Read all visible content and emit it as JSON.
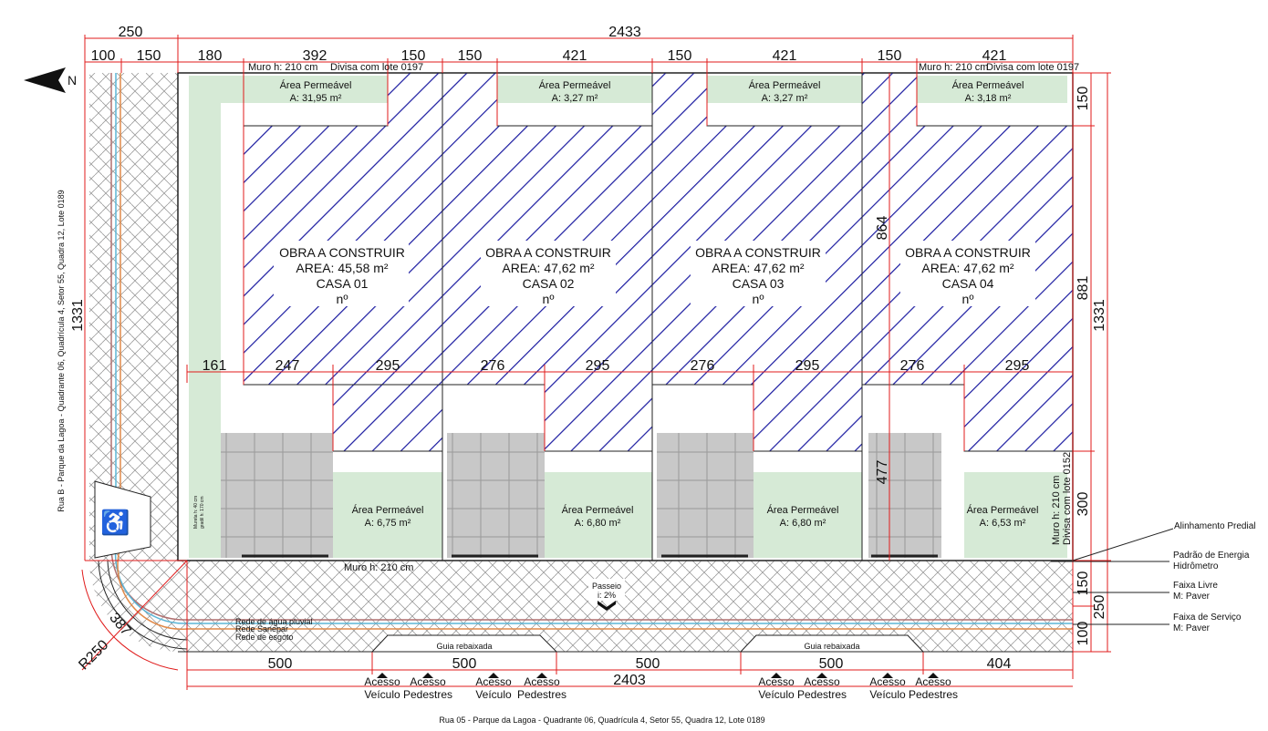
{
  "colors": {
    "hatch": "#1a1aa0",
    "permeable": "#d6ead6",
    "parking": "#c8c8c8",
    "dimension": "#e01b1b",
    "water": "#5bb5d6",
    "sanepar": "#e08a4a",
    "sewer": "#b07070"
  },
  "north": "N",
  "dims": {
    "top_total_left": "250",
    "top_total": "2433",
    "top": [
      "100",
      "150",
      "180",
      "392",
      "150",
      "150",
      "421",
      "150",
      "421",
      "150",
      "421"
    ],
    "middle": [
      "161",
      "247",
      "295",
      "276",
      "295",
      "276",
      "295",
      "276",
      "295"
    ],
    "bottom": [
      "500",
      "500",
      "500",
      "500",
      "404"
    ],
    "bottom_total": "2403",
    "right": {
      "a": "150",
      "b": "881",
      "c": "1331",
      "d": "300",
      "e": "150",
      "f": "250",
      "g": "100"
    },
    "left": "1331",
    "v864": "864",
    "v477": "477",
    "radius": "R250",
    "arc": "387"
  },
  "walls": {
    "top_left": "Muro h: 210 cm",
    "top_left_b": "Divisa com lote 0197",
    "top_right": "Muro h: 210 cm",
    "top_right_b": "Divisa com lote 0197",
    "front": "Muro h: 210 cm",
    "side_right_a": "Muro h: 210 cm",
    "side_right_b": "Divisa com lote 0152",
    "mureta_a": "Mureta h: 40 cm",
    "mureta_b": "gradil h: 170 cm"
  },
  "houses": [
    {
      "title": "OBRA A CONSTRUIR",
      "area": "AREA:  45,58 m²",
      "name": "CASA 01",
      "num": "nº",
      "perm_top": "A:   31,95 m²",
      "perm_bottom": "A:   6,75 m²"
    },
    {
      "title": "OBRA A CONSTRUIR",
      "area": "AREA:  47,62 m²",
      "name": "CASA 02",
      "num": "nº",
      "perm_top": "A:   3,27 m²",
      "perm_bottom": "A:   6,80 m²"
    },
    {
      "title": "OBRA A CONSTRUIR",
      "area": "AREA:  47,62 m²",
      "name": "CASA 03",
      "num": "nº",
      "perm_top": "A:   3,27 m²",
      "perm_bottom": "A:   6,80 m²"
    },
    {
      "title": "OBRA A CONSTRUIR",
      "area": "AREA:  47,62 m²",
      "name": "CASA 04",
      "num": "nº",
      "perm_top": "A:   3,18 m²",
      "perm_bottom": "A:   6,53 m²"
    }
  ],
  "perm_label": "Área Permeável",
  "sidewalk": {
    "passeio": "Passeio",
    "slope": "i: 2%",
    "water": "Rede de água pluvial",
    "sanepar": "Rede Sanepar",
    "sewer": "Rede de esgoto",
    "curb": "Guia rebaixada"
  },
  "access": {
    "vehicle_a": "Acesso",
    "vehicle_b": "Veículo",
    "ped_a": "Acesso",
    "ped_b": "Pedestres"
  },
  "legend": {
    "alinhamento": "Alinhamento Predial",
    "padrao": "Padrão de Energia",
    "hidrometro": "Hidrômetro",
    "faixa_livre": "Faixa Livre",
    "faixa_livre_m": "M: Paver",
    "faixa_servico": "Faixa de Serviço",
    "faixa_servico_m": "M: Paver"
  },
  "streets": {
    "left": "Rua B - Parque da Lagoa - Quadrante 06, Quadrícula 4, Setor 55, Quadra 12, Lote 0189",
    "bottom": "Rua 05  - Parque da Lagoa - Quadrante 06, Quadrícula 4, Setor 55, Quadra 12, Lote 0189"
  }
}
